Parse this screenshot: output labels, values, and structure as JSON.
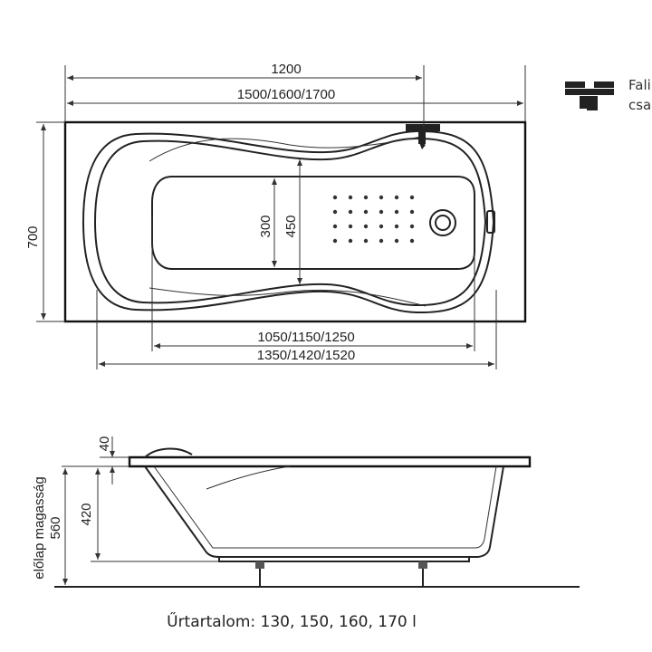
{
  "top_view": {
    "dim_inner_length": "1200",
    "dim_outer_length": "1500/1600/1700",
    "dim_width": "700",
    "dim_300": "300",
    "dim_450": "450",
    "dim_bottom_inner": "1050/1150/1250",
    "dim_bottom_outer": "1350/1420/1520"
  },
  "legend": {
    "line1": "Fali",
    "line2": "csap",
    "icon": "wall-faucet-icon"
  },
  "side_view": {
    "dim_40": "40",
    "dim_420": "420",
    "dim_560": "560",
    "front_panel_label": "előlap magasság"
  },
  "capacity": "Űrtartalom: 130, 150, 160, 170 l"
}
